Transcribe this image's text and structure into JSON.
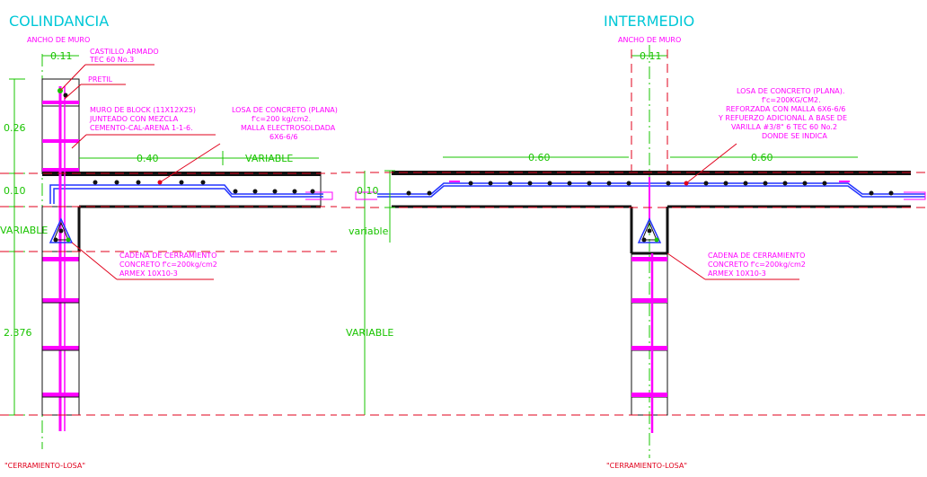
{
  "colors": {
    "cyan": "#00c8d7",
    "red": "#e0001b",
    "green": "#19c400",
    "magenta": "#ff00ff",
    "blue": "#2233ff",
    "black": "#111111"
  },
  "left": {
    "title": "COLINDANCIA",
    "ancho_label": "ANCHO DE MURO",
    "ancho_value": "0.11",
    "castillo": [
      "CASTILLO ARMADO",
      "TEC 60 No.3"
    ],
    "pretil": "PRETIL",
    "muro": [
      "MURO DE BLOCK (11X12X25)",
      "JUNTEADO CON MEZCLA",
      "CEMENTO-CAL-ARENA 1-1-6."
    ],
    "losa": [
      "LOSA DE CONCRETO (PLANA)",
      "f'c=200 kg/cm2.",
      "MALLA ELECTROSOLDADA",
      "6X6-6/6"
    ],
    "dim_040": "0.40",
    "dim_variable": "VARIABLE",
    "dim_026": "0.26",
    "dim_010": "0.10",
    "dim_variable_side": "VARIABLE",
    "dim_2376": "2.376",
    "cadena": [
      "CADENA DE CERRAMIENTO",
      "CONCRETO f'c=200kg/cm2",
      "ARMEX 10X10-3"
    ],
    "caption": "\"CERRAMIENTO-LOSA\""
  },
  "right": {
    "title": "INTERMEDIO",
    "ancho_label": "ANCHO DE MURO",
    "ancho_value": "0.11",
    "losa": [
      "LOSA DE CONCRETO (PLANA).",
      "f'c=200KG/CM2.",
      "REFORZADA CON MALLA 6X6-6/6",
      "Y REFUERZO ADICIONAL A BASE DE",
      "VARILLA #3/8\" 6 TEC 60 No.2",
      "DONDE SE INDICA"
    ],
    "dim_060_left": "0.60",
    "dim_060_right": "0.60",
    "dim_010": "0.10",
    "dim_variable_side": "variable",
    "dim_variable_mid": "VARIABLE",
    "cadena": [
      "CADENA DE CERRAMIENTO",
      "CONCRETO f'c=200kg/cm2",
      "ARMEX 10X10-3"
    ],
    "caption": "\"CERRAMIENTO-LOSA\""
  }
}
